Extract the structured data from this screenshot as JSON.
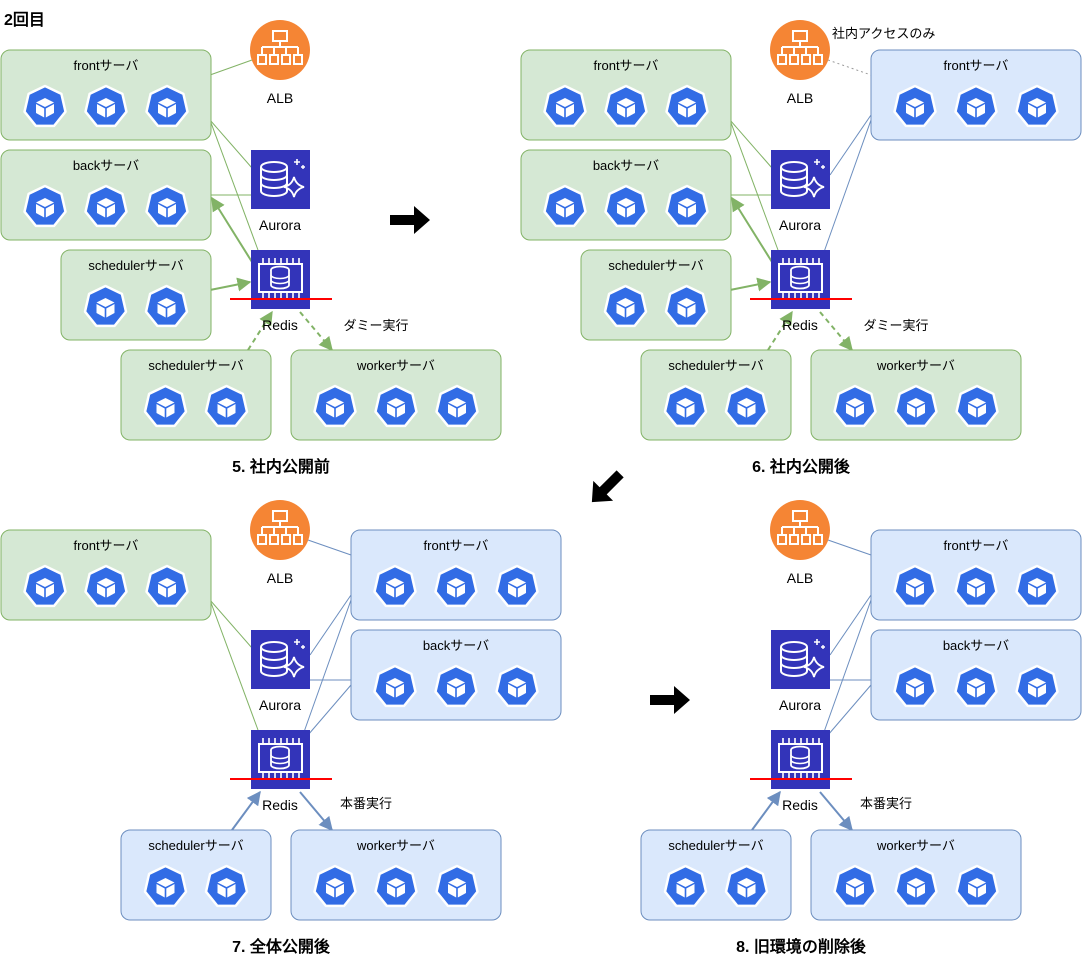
{
  "heading": "2回目",
  "colors": {
    "green_fill": "#d5e8d4",
    "green_stroke": "#82b366",
    "blue_fill": "#dae8fc",
    "blue_stroke": "#6c8ebf",
    "k8s_blue": "#326ce5",
    "alb_orange": "#f58534",
    "db_purple": "#3334b9",
    "red_line": "#ff0000",
    "green_arrow": "#82b366",
    "blue_arrow": "#6c8ebf"
  },
  "icons": {
    "server_node": "kubernetes-node-icon",
    "alb": "load-balancer-icon",
    "aurora": "aurora-database-icon",
    "redis": "elasticache-redis-icon",
    "next": "arrow-right-icon"
  },
  "labels": {
    "front": "frontサーバ",
    "back": "backサーバ",
    "scheduler": "schedulerサーバ",
    "worker": "workerサーバ",
    "alb": "ALB",
    "aurora": "Aurora",
    "redis": "Redis",
    "dummy": "ダミー実行",
    "prod": "本番実行",
    "internal_only": "社内アクセスのみ"
  },
  "steps": [
    {
      "title": "5. 社内公開前"
    },
    {
      "title": "6. 社内公開後"
    },
    {
      "title": "7. 全体公開後"
    },
    {
      "title": "8. 旧環境の削除後"
    }
  ]
}
